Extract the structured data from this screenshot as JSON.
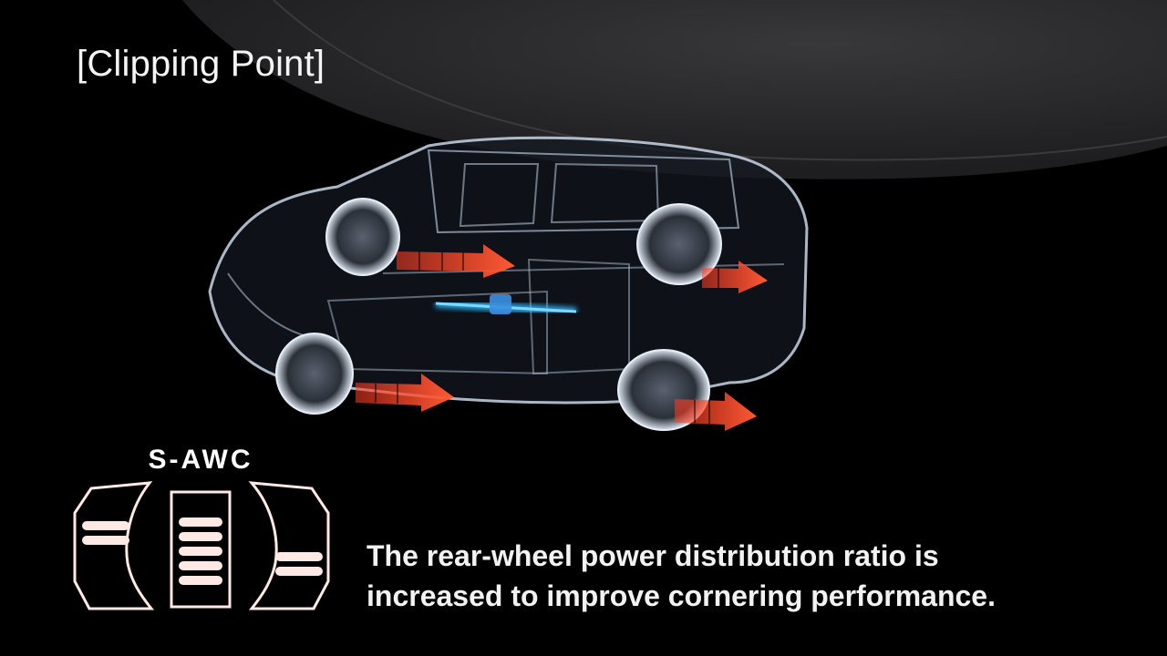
{
  "heading": "[Clipping Point]",
  "system": {
    "name": "S-AWC",
    "icon": "s-awc-torque-distribution-icon",
    "color": "#ffe9e4"
  },
  "caption": {
    "line1": "The rear-wheel power distribution ratio is",
    "line2": "increased to improve cornering performance."
  },
  "colors": {
    "background": "#000000",
    "arc": "#2b2b2d",
    "torque_arrow": "#ff4a2a",
    "driveshaft": "#2fb7ff",
    "wireframe": "#c9d6e6"
  },
  "icons": {
    "car": "transparent-suv-wireframe-icon",
    "arrow": "torque-arrow-icon",
    "shaft": "driveshaft-glow-icon"
  }
}
